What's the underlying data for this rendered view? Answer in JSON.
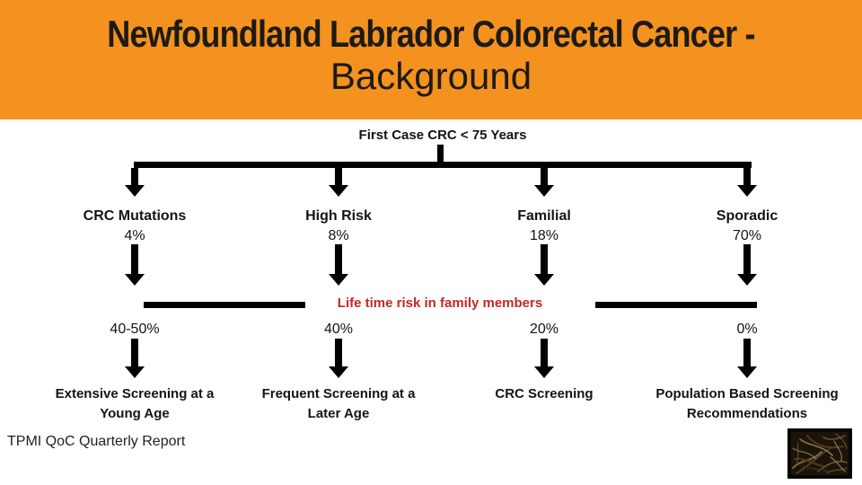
{
  "slide": {
    "title_line1": "Newfoundland Labrador Colorectal Cancer -",
    "title_line2": "Background",
    "footer": "TPMI QoC Quarterly Report"
  },
  "colors": {
    "header_orange": "#F3921E",
    "accent_red": "#C62626",
    "ink": "#141414"
  },
  "flowchart": {
    "root_label": "First Case CRC < 75 Years",
    "lifetime_risk_label": "Life time risk in family members",
    "columns": [
      {
        "name": "CRC Mutations",
        "percent": "4%",
        "lifetime_risk": "40-50%",
        "outcome_line1": "Extensive Screening at a",
        "outcome_line2": "Young Age"
      },
      {
        "name": "High Risk",
        "percent": "8%",
        "lifetime_risk": "40%",
        "outcome_line1": "Frequent Screening at a",
        "outcome_line2": "Later Age"
      },
      {
        "name": "Familial",
        "percent": "18%",
        "lifetime_risk": "20%",
        "outcome_line1": "CRC Screening",
        "outcome_line2": ""
      },
      {
        "name": "Sporadic",
        "percent": "70%",
        "lifetime_risk": "0%",
        "outcome_line1": "Population Based Screening",
        "outcome_line2": "Recommendations"
      }
    ]
  }
}
